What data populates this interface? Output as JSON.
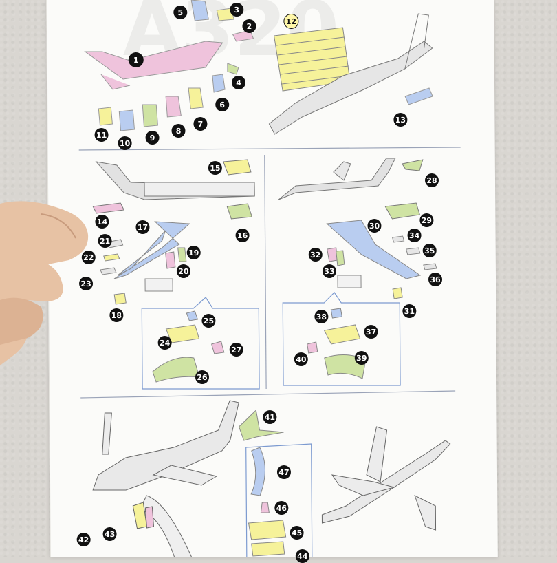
{
  "image": {
    "description_free": true
  },
  "labels": [
    {
      "id": "1"
    },
    {
      "id": "2"
    },
    {
      "id": "3"
    },
    {
      "id": "4"
    },
    {
      "id": "5"
    },
    {
      "id": "6"
    },
    {
      "id": "7"
    },
    {
      "id": "8"
    },
    {
      "id": "9"
    },
    {
      "id": "10"
    },
    {
      "id": "11"
    },
    {
      "id": "12"
    },
    {
      "id": "13"
    },
    {
      "id": "14"
    },
    {
      "id": "15"
    },
    {
      "id": "16"
    },
    {
      "id": "17"
    },
    {
      "id": "18"
    },
    {
      "id": "19"
    },
    {
      "id": "20"
    },
    {
      "id": "21"
    },
    {
      "id": "22"
    },
    {
      "id": "23"
    },
    {
      "id": "24"
    },
    {
      "id": "25"
    },
    {
      "id": "26"
    },
    {
      "id": "27"
    },
    {
      "id": "28"
    },
    {
      "id": "29"
    },
    {
      "id": "30"
    },
    {
      "id": "31"
    },
    {
      "id": "32"
    },
    {
      "id": "33"
    },
    {
      "id": "34"
    },
    {
      "id": "35"
    },
    {
      "id": "36"
    },
    {
      "id": "37"
    },
    {
      "id": "38"
    },
    {
      "id": "39"
    },
    {
      "id": "40"
    },
    {
      "id": "41"
    },
    {
      "id": "42"
    },
    {
      "id": "43"
    },
    {
      "id": "44"
    },
    {
      "id": "45"
    },
    {
      "id": "46"
    },
    {
      "id": "47"
    }
  ],
  "watermark_text": "A320",
  "colors": {
    "pink": "#efc3dc",
    "yellow": "#f6f29a",
    "blue": "#b9cdf0",
    "green": "#cfe3a3",
    "gray": "#dcdcdc",
    "line": "#666666"
  }
}
